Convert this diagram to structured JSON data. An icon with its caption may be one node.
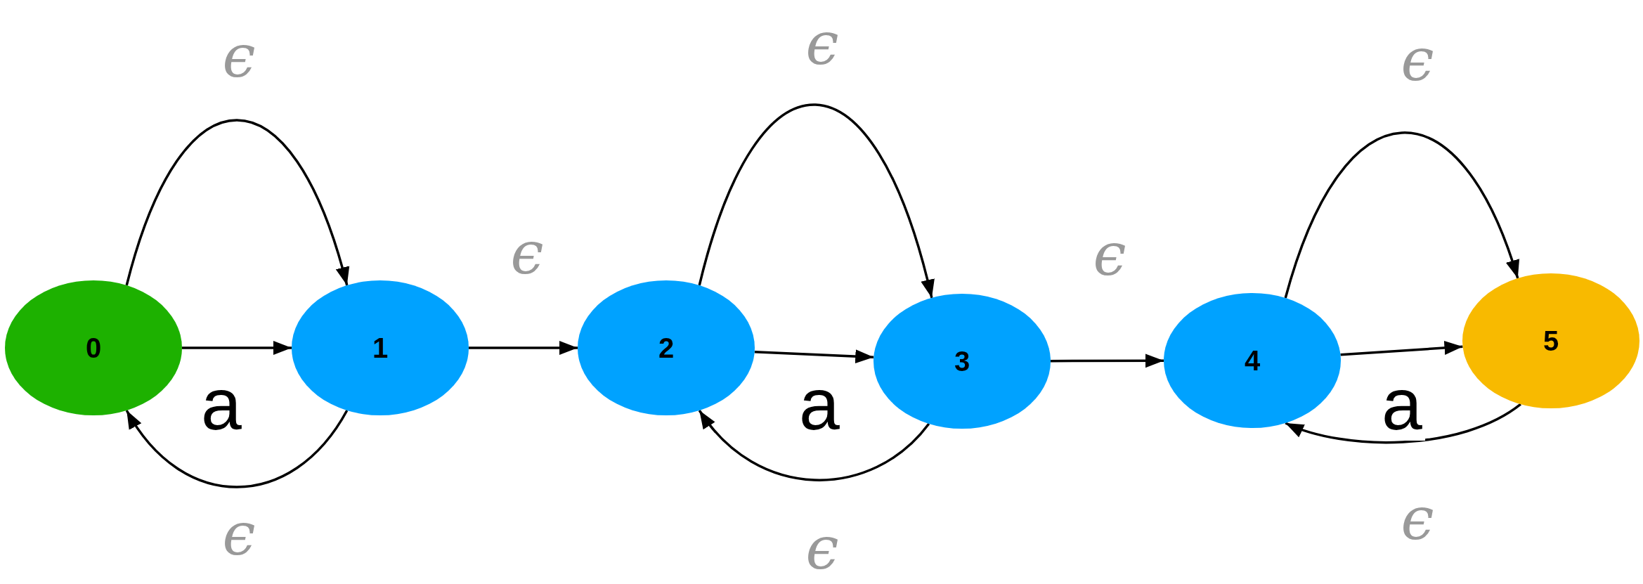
{
  "diagram": {
    "nodes": [
      {
        "text": [
          "0"
        ]
      },
      {
        "text": [
          "1"
        ]
      },
      {
        "text": [
          "2"
        ]
      },
      {
        "text": [
          "3"
        ]
      },
      {
        "text": [
          "4"
        ]
      },
      {
        "text": [
          "5"
        ]
      }
    ],
    "edges": [
      {
        "from": 0,
        "to": 1,
        "arrow": "to",
        "label": "a"
      },
      {
        "from": 0,
        "to": 1,
        "arrow": "to",
        "label": "ϵ"
      },
      {
        "from": 1,
        "to": 0,
        "arrow": "to",
        "label": "ϵ"
      },
      {
        "from": 1,
        "to": 2,
        "arrow": "to",
        "label": "ϵ"
      },
      {
        "from": 2,
        "to": 3,
        "arrow": "to",
        "label": "a"
      },
      {
        "from": 2,
        "to": 3,
        "arrow": "to",
        "label": "ϵ"
      },
      {
        "from": 3,
        "to": 2,
        "arrow": "to",
        "label": "ϵ"
      },
      {
        "from": 3,
        "to": 4,
        "arrow": "to",
        "label": "ϵ"
      },
      {
        "from": 4,
        "to": 5,
        "arrow": "to",
        "label": "a"
      },
      {
        "from": 4,
        "to": 5,
        "arrow": "to",
        "label": "ϵ"
      },
      {
        "from": 5,
        "to": 4,
        "arrow": "to",
        "label": "ϵ"
      }
    ]
  }
}
